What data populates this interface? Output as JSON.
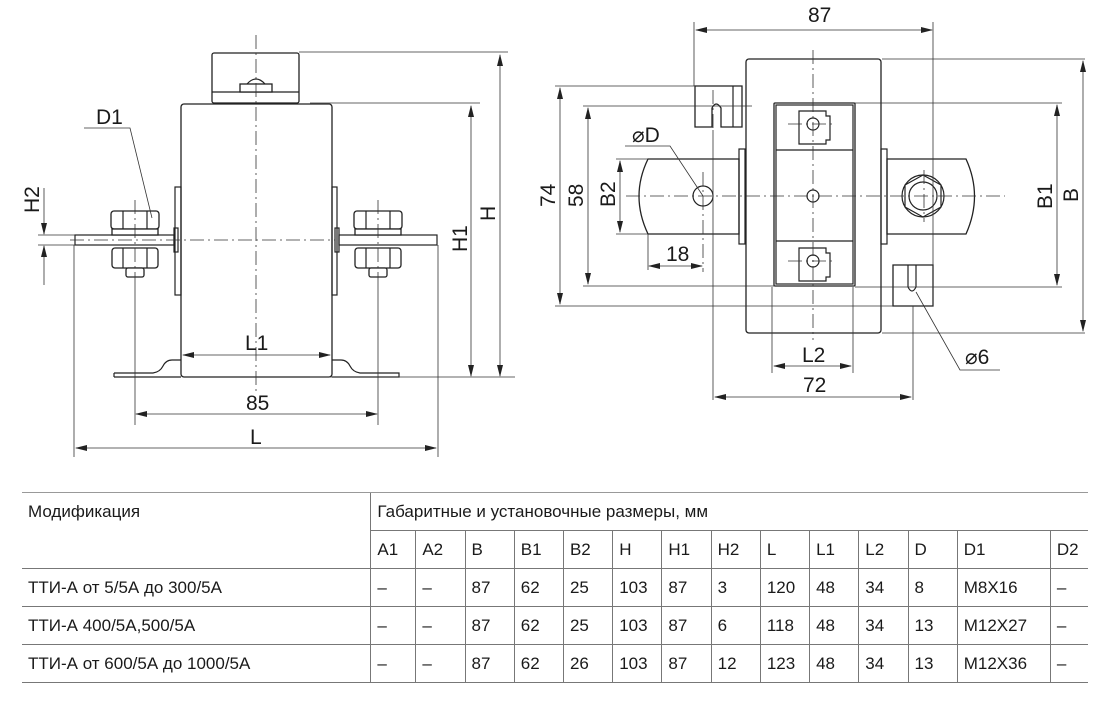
{
  "drawing_front": {
    "labels": {
      "D1": "D1",
      "H2": "H2",
      "H1": "H1",
      "H": "H",
      "L1": "L1",
      "dim85": "85",
      "L": "L"
    }
  },
  "drawing_top": {
    "labels": {
      "dim87": "87",
      "dim74": "74",
      "dim58": "58",
      "B2": "B2",
      "phiD": "⌀D",
      "dim18": "18",
      "B1": "B1",
      "B": "B",
      "L2": "L2",
      "dim72": "72",
      "phi6": "⌀6"
    }
  },
  "table": {
    "col_modification": "Модификация",
    "col_group": "Габаритные и установочные размеры, мм",
    "headers": [
      "A1",
      "A2",
      "B",
      "B1",
      "B2",
      "H",
      "H1",
      "H2",
      "L",
      "L1",
      "L2",
      "D",
      "D1",
      "D2"
    ],
    "rows": [
      {
        "name": "ТТИ-А от 5/5А до 300/5А",
        "values": [
          "–",
          "–",
          "87",
          "62",
          "25",
          "103",
          "87",
          "3",
          "120",
          "48",
          "34",
          "8",
          "M8X16",
          "–"
        ]
      },
      {
        "name": "ТТИ-А 400/5А,500/5А",
        "values": [
          "–",
          "–",
          "87",
          "62",
          "25",
          "103",
          "87",
          "6",
          "118",
          "48",
          "34",
          "13",
          "M12X27",
          "–"
        ]
      },
      {
        "name": "ТТИ-А от  600/5А до 1000/5А",
        "values": [
          "–",
          "–",
          "87",
          "62",
          "26",
          "103",
          "87",
          "12",
          "123",
          "48",
          "34",
          "13",
          "M12X36",
          "–"
        ]
      }
    ]
  }
}
